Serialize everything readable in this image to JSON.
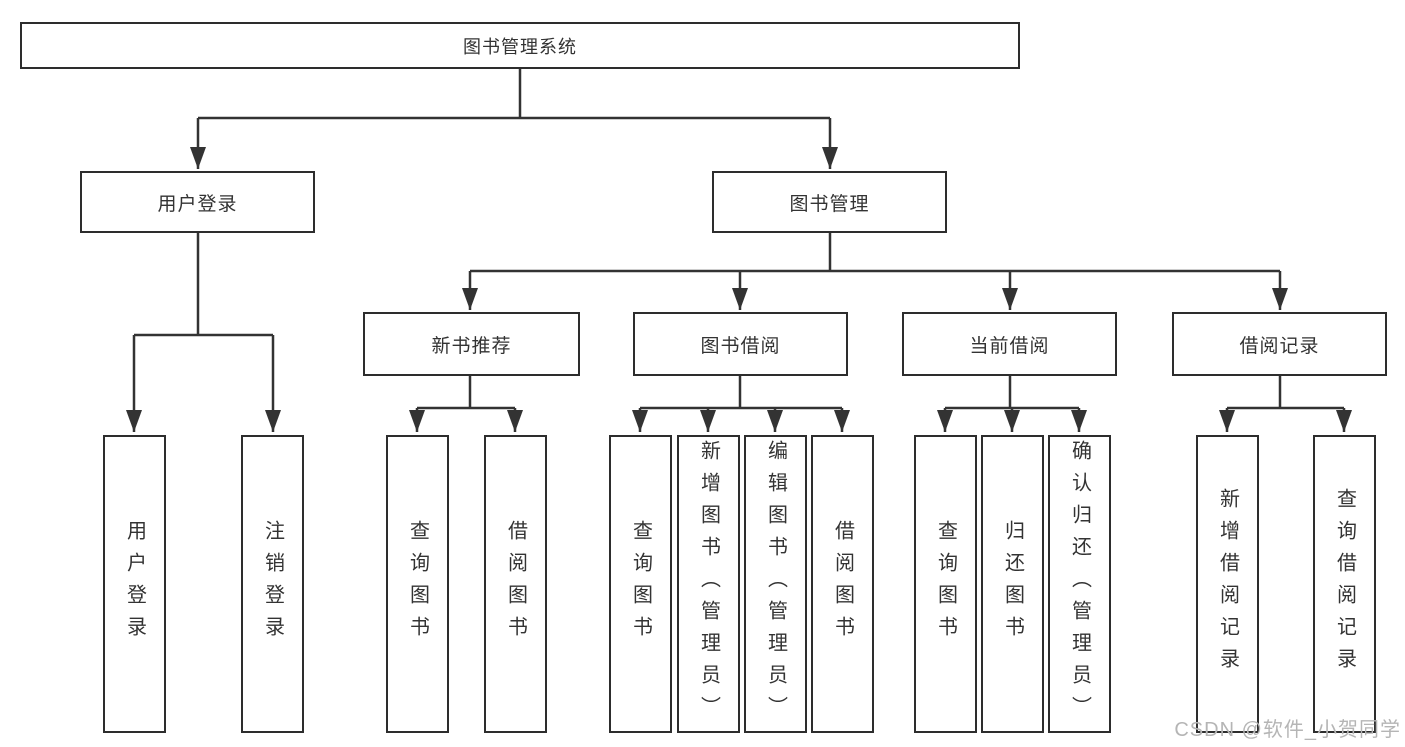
{
  "diagram": {
    "root": {
      "label": "图书管理系统"
    },
    "level2": [
      {
        "label": "用户登录"
      },
      {
        "label": "图书管理"
      }
    ],
    "level3": [
      {
        "label": "新书推荐"
      },
      {
        "label": "图书借阅"
      },
      {
        "label": "当前借阅"
      },
      {
        "label": "借阅记录"
      }
    ],
    "leaves": [
      {
        "label": "用户登录"
      },
      {
        "label": "注销登录"
      },
      {
        "label": "查询图书"
      },
      {
        "label": "借阅图书"
      },
      {
        "label": "查询图书"
      },
      {
        "label": "新增图书（管理员）"
      },
      {
        "label": "编辑图书（管理员）"
      },
      {
        "label": "借阅图书"
      },
      {
        "label": "查询图书"
      },
      {
        "label": "归还图书"
      },
      {
        "label": "确认归还（管理员）"
      },
      {
        "label": "新增借阅记录"
      },
      {
        "label": "查询借阅记录"
      }
    ]
  },
  "watermark": {
    "text": "CSDN @软件_小贺同学"
  },
  "colors": {
    "line": "#333333",
    "border": "#2d2d2d",
    "text": "#333333",
    "watermark": "#b5b5b5",
    "background": "#ffffff"
  }
}
